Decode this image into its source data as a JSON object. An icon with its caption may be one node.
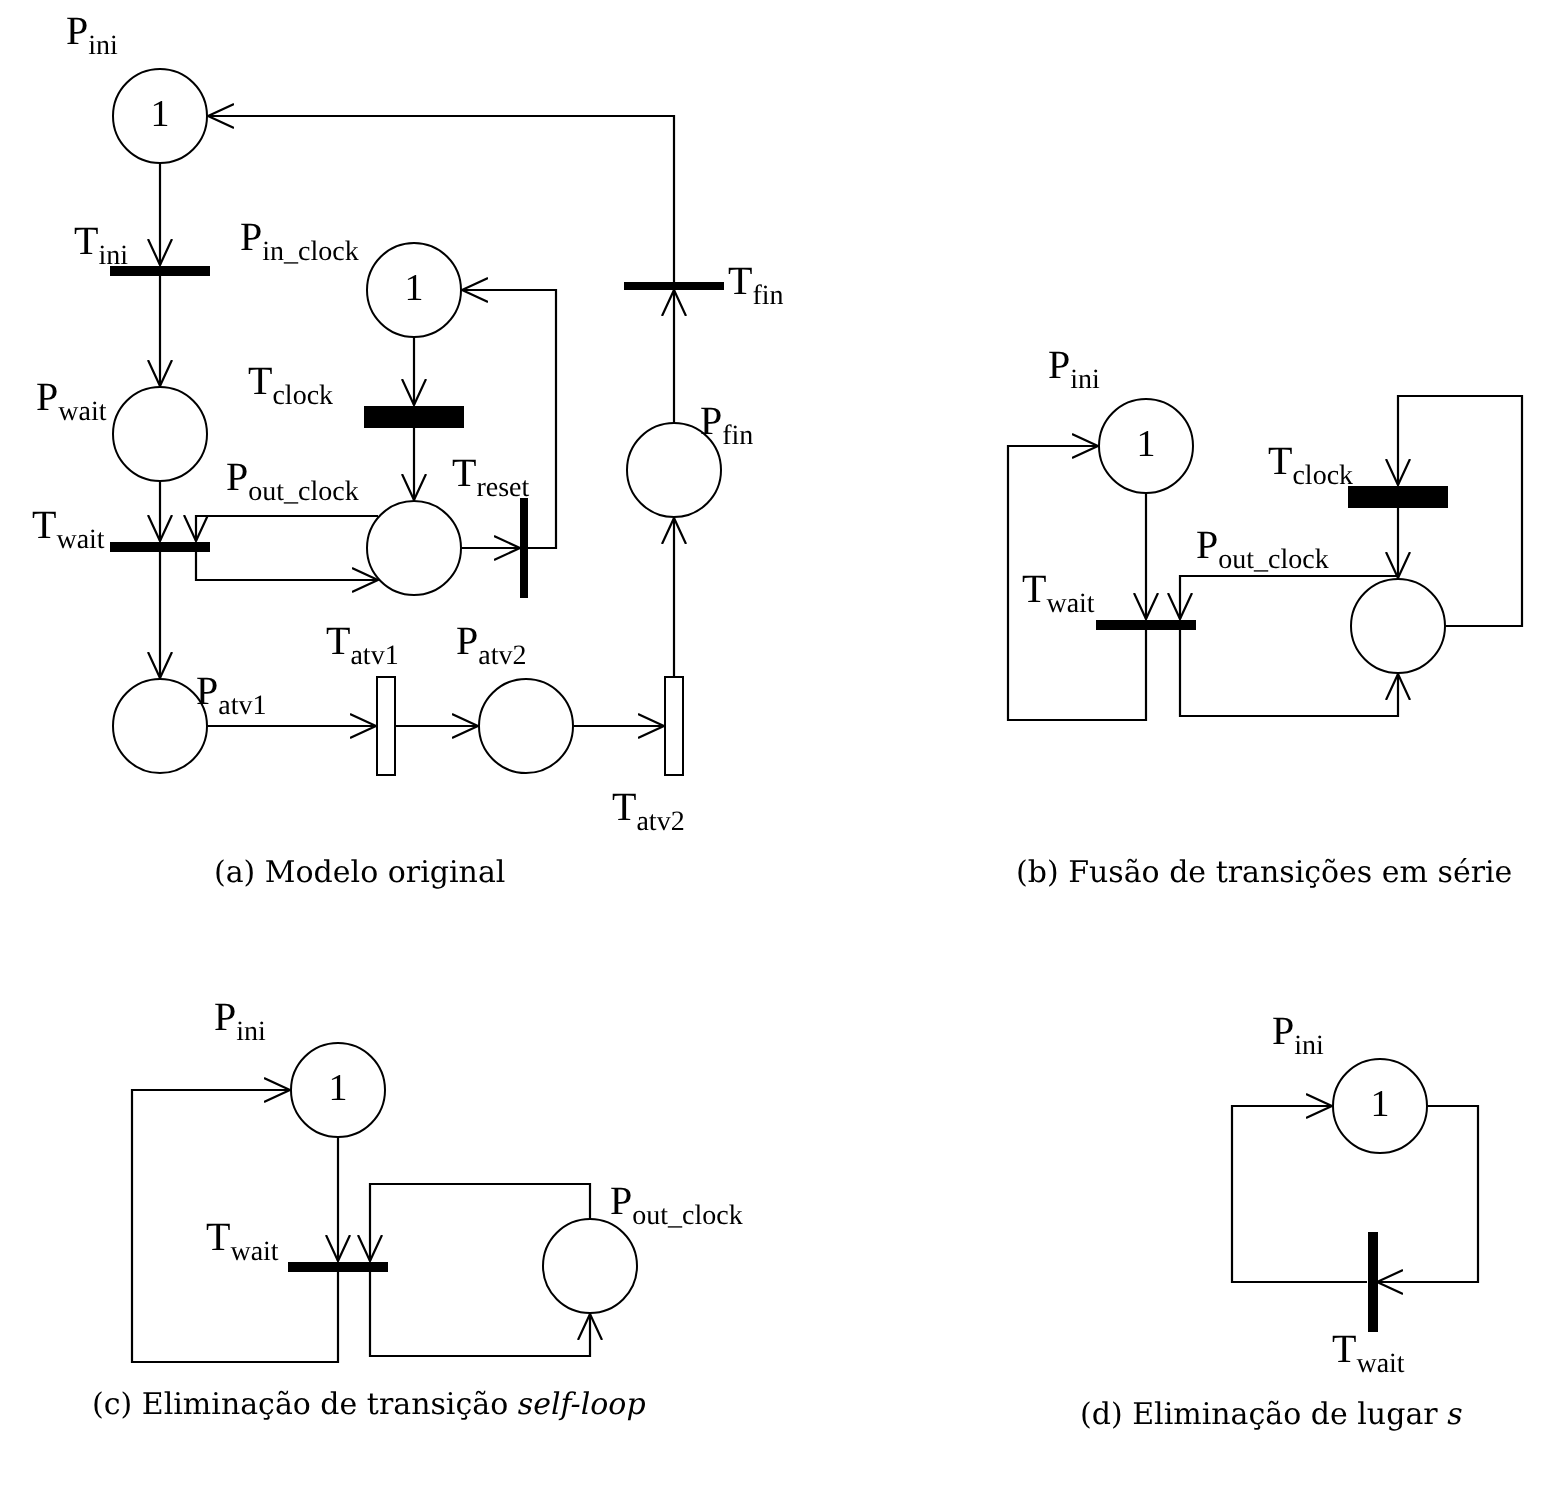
{
  "diagram": {
    "nodes": [
      {
        "text": [
          "1"
        ],
        "beside": [
          "P$_{ini}$"
        ]
      },
      {
        "text": [],
        "shape": "bar",
        "beside": [
          "T$_{ini}$"
        ]
      },
      {
        "text": [],
        "shape": "circle",
        "beside": [
          "P$_{wait}$"
        ]
      },
      {
        "text": [],
        "shape": "bar",
        "beside": [
          "T$_{wait}$"
        ]
      },
      {
        "text": [],
        "shape": "circle",
        "beside": [
          "P$_{atv1}$"
        ]
      },
      {
        "text": [
          "1"
        ],
        "beside": [
          "P$_{in_clock}$"
        ]
      },
      {
        "text": [],
        "shape": "bar",
        "beside": [
          "T$_{clock}$"
        ]
      },
      {
        "text": [],
        "shape": "circle",
        "beside": [
          "P$_{out_clock}$"
        ]
      },
      {
        "text": [],
        "shape": "bar",
        "beside": [
          "T$_{reset}$"
        ]
      },
      {
        "text": [],
        "shape": "bar",
        "beside": [
          "T$_{atv1}$"
        ]
      },
      {
        "text": [],
        "shape": "circle",
        "beside": [
          "P$_{atv2}$"
        ]
      },
      {
        "text": [],
        "shape": "bar",
        "beside": [
          "T$_{atv2}$"
        ]
      },
      {
        "text": [],
        "shape": "circle",
        "beside": [
          "P$_{fin}$"
        ]
      },
      {
        "text": [],
        "shape": "bar",
        "beside": [
          "T$_{fin}$"
        ]
      },
      {
        "text": [
          "1"
        ],
        "beside": [
          "P$_{ini}$"
        ]
      },
      {
        "text": [],
        "shape": "bar",
        "beside": [
          "T$_{clock}$"
        ]
      },
      {
        "text": [],
        "shape": "bar",
        "beside": [
          "T$_{wait}$"
        ]
      },
      {
        "text": [],
        "shape": "circle",
        "beside": [
          "P$_{out_clock}$"
        ]
      },
      {
        "text": [
          "1"
        ],
        "beside": [
          "P$_{ini}$"
        ]
      },
      {
        "text": [],
        "shape": "bar",
        "beside": [
          "T$_{wait}$"
        ]
      },
      {
        "text": [],
        "shape": "circle",
        "beside": [
          "P$_{out_clock}$"
        ]
      },
      {
        "text": [
          "1"
        ],
        "beside": [
          "P$_{ini}$"
        ]
      },
      {
        "text": [],
        "shape": "bar",
        "beside": [
          "T$_{wait}$"
        ]
      }
    ],
    "edges": [
      {
        "from": 0,
        "to": 1,
        "arrow": "to"
      },
      {
        "from": 1,
        "to": 2,
        "arrow": "to"
      },
      {
        "from": 2,
        "to": 3,
        "arrow": "to"
      },
      {
        "from": 3,
        "to": 4,
        "arrow": "to"
      },
      {
        "from": 7,
        "to": 3,
        "arrow": "to"
      },
      {
        "from": 3,
        "to": 7,
        "arrow": "to"
      },
      {
        "from": 5,
        "to": 6,
        "arrow": "to"
      },
      {
        "from": 6,
        "to": 7,
        "arrow": "to"
      },
      {
        "from": 7,
        "to": 8,
        "arrow": "to"
      },
      {
        "from": 8,
        "to": 5,
        "arrow": "to"
      },
      {
        "from": 4,
        "to": 9,
        "arrow": "to"
      },
      {
        "from": 9,
        "to": 10,
        "arrow": "to"
      },
      {
        "from": 10,
        "to": 11,
        "arrow": "to"
      },
      {
        "from": 11,
        "to": 12,
        "arrow": "to"
      },
      {
        "from": 12,
        "to": 13,
        "arrow": "to"
      },
      {
        "from": 13,
        "to": 0,
        "arrow": "to"
      },
      {
        "from": 14,
        "to": 16,
        "arrow": "to"
      },
      {
        "from": 16,
        "to": 14,
        "arrow": "to"
      },
      {
        "from": 17,
        "to": 16,
        "arrow": "to"
      },
      {
        "from": 16,
        "to": 17,
        "arrow": "to"
      },
      {
        "from": 15,
        "to": 17,
        "arrow": "to"
      },
      {
        "from": 17,
        "to": 15,
        "arrow": "to"
      },
      {
        "from": 18,
        "to": 19,
        "arrow": "to"
      },
      {
        "from": 19,
        "to": 18,
        "arrow": "to"
      },
      {
        "from": 20,
        "to": 19,
        "arrow": "to"
      },
      {
        "from": 19,
        "to": 20,
        "arrow": "to"
      },
      {
        "from": 21,
        "to": 22,
        "arrow": "to"
      },
      {
        "from": 22,
        "to": 21,
        "arrow": "to"
      }
    ],
    "labels": [
      "(a) Modelo original",
      "(b) Fusão de transições em série",
      "(c) Eliminação de transição *self-loop*",
      "(d) Eliminação de lugar *s*"
    ]
  }
}
